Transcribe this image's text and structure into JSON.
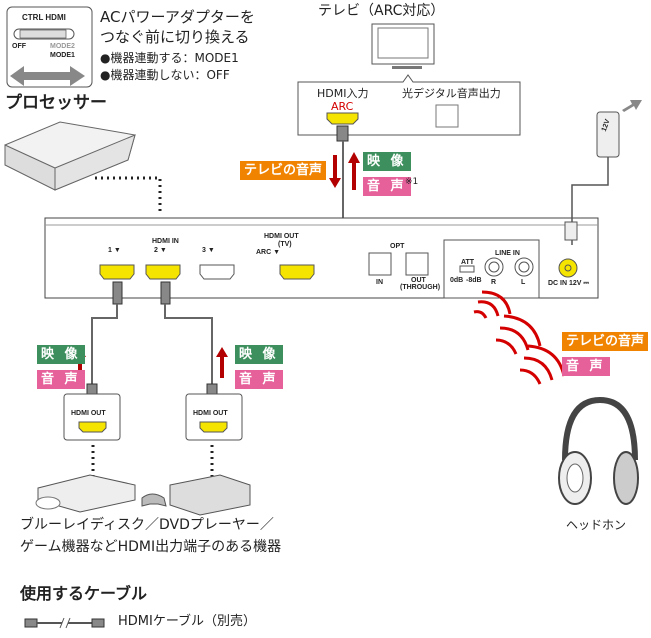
{
  "switch": {
    "title": "CTRL HDMI",
    "off": "OFF",
    "mode2": "MODE2",
    "mode1": "MODE1"
  },
  "instructions": {
    "line1": "ACパワーアダプターを",
    "line2": "つなぐ前に切り換える",
    "bullet1": "●機器連動する：MODE1",
    "bullet2": "●機器連動しない：OFF"
  },
  "processor_label": "プロセッサー",
  "tv": {
    "title": "テレビ（ARC対応）",
    "hdmi_in": "HDMI入力",
    "arc": "ARC",
    "optical_out": "光デジタル音声出力"
  },
  "signals": {
    "tv_audio": "テレビの音声",
    "video": "映 像",
    "audio": "音 声",
    "note": "※1"
  },
  "panel": {
    "port1": "1 ▼",
    "hdmi_in": "HDMI IN",
    "port2": "2 ▼",
    "port3": "3 ▼",
    "hdmi_out": "HDMI OUT",
    "tv": "(TV)",
    "arc": "ARC ▼",
    "opt": "OPT",
    "opt_in": "IN",
    "opt_out": "OUT",
    "through": "(THROUGH)",
    "line_in": "LINE IN",
    "att": "ATT",
    "db0": "0dB",
    "db8": "-8dB",
    "r": "R",
    "l": "L",
    "dc_in": "DC IN 12V ⎓"
  },
  "adapter_label": "12V",
  "source": {
    "hdmi_out": "HDMI OUT",
    "caption_line1": "ブルーレイディスク／DVDプレーヤー／",
    "caption_line2": "ゲーム機器などHDMI出力端子のある機器"
  },
  "headphones_label": "ヘッドホン",
  "cables": {
    "title": "使用するケーブル",
    "hdmi_cable": "HDMIケーブル（別売）"
  },
  "colors": {
    "orange": "#f08300",
    "green": "#3d8f5e",
    "pink": "#e6609a",
    "hdmi_yellow": "#f5e400",
    "arrow_red": "#b30000",
    "wave_red": "#d40000"
  }
}
